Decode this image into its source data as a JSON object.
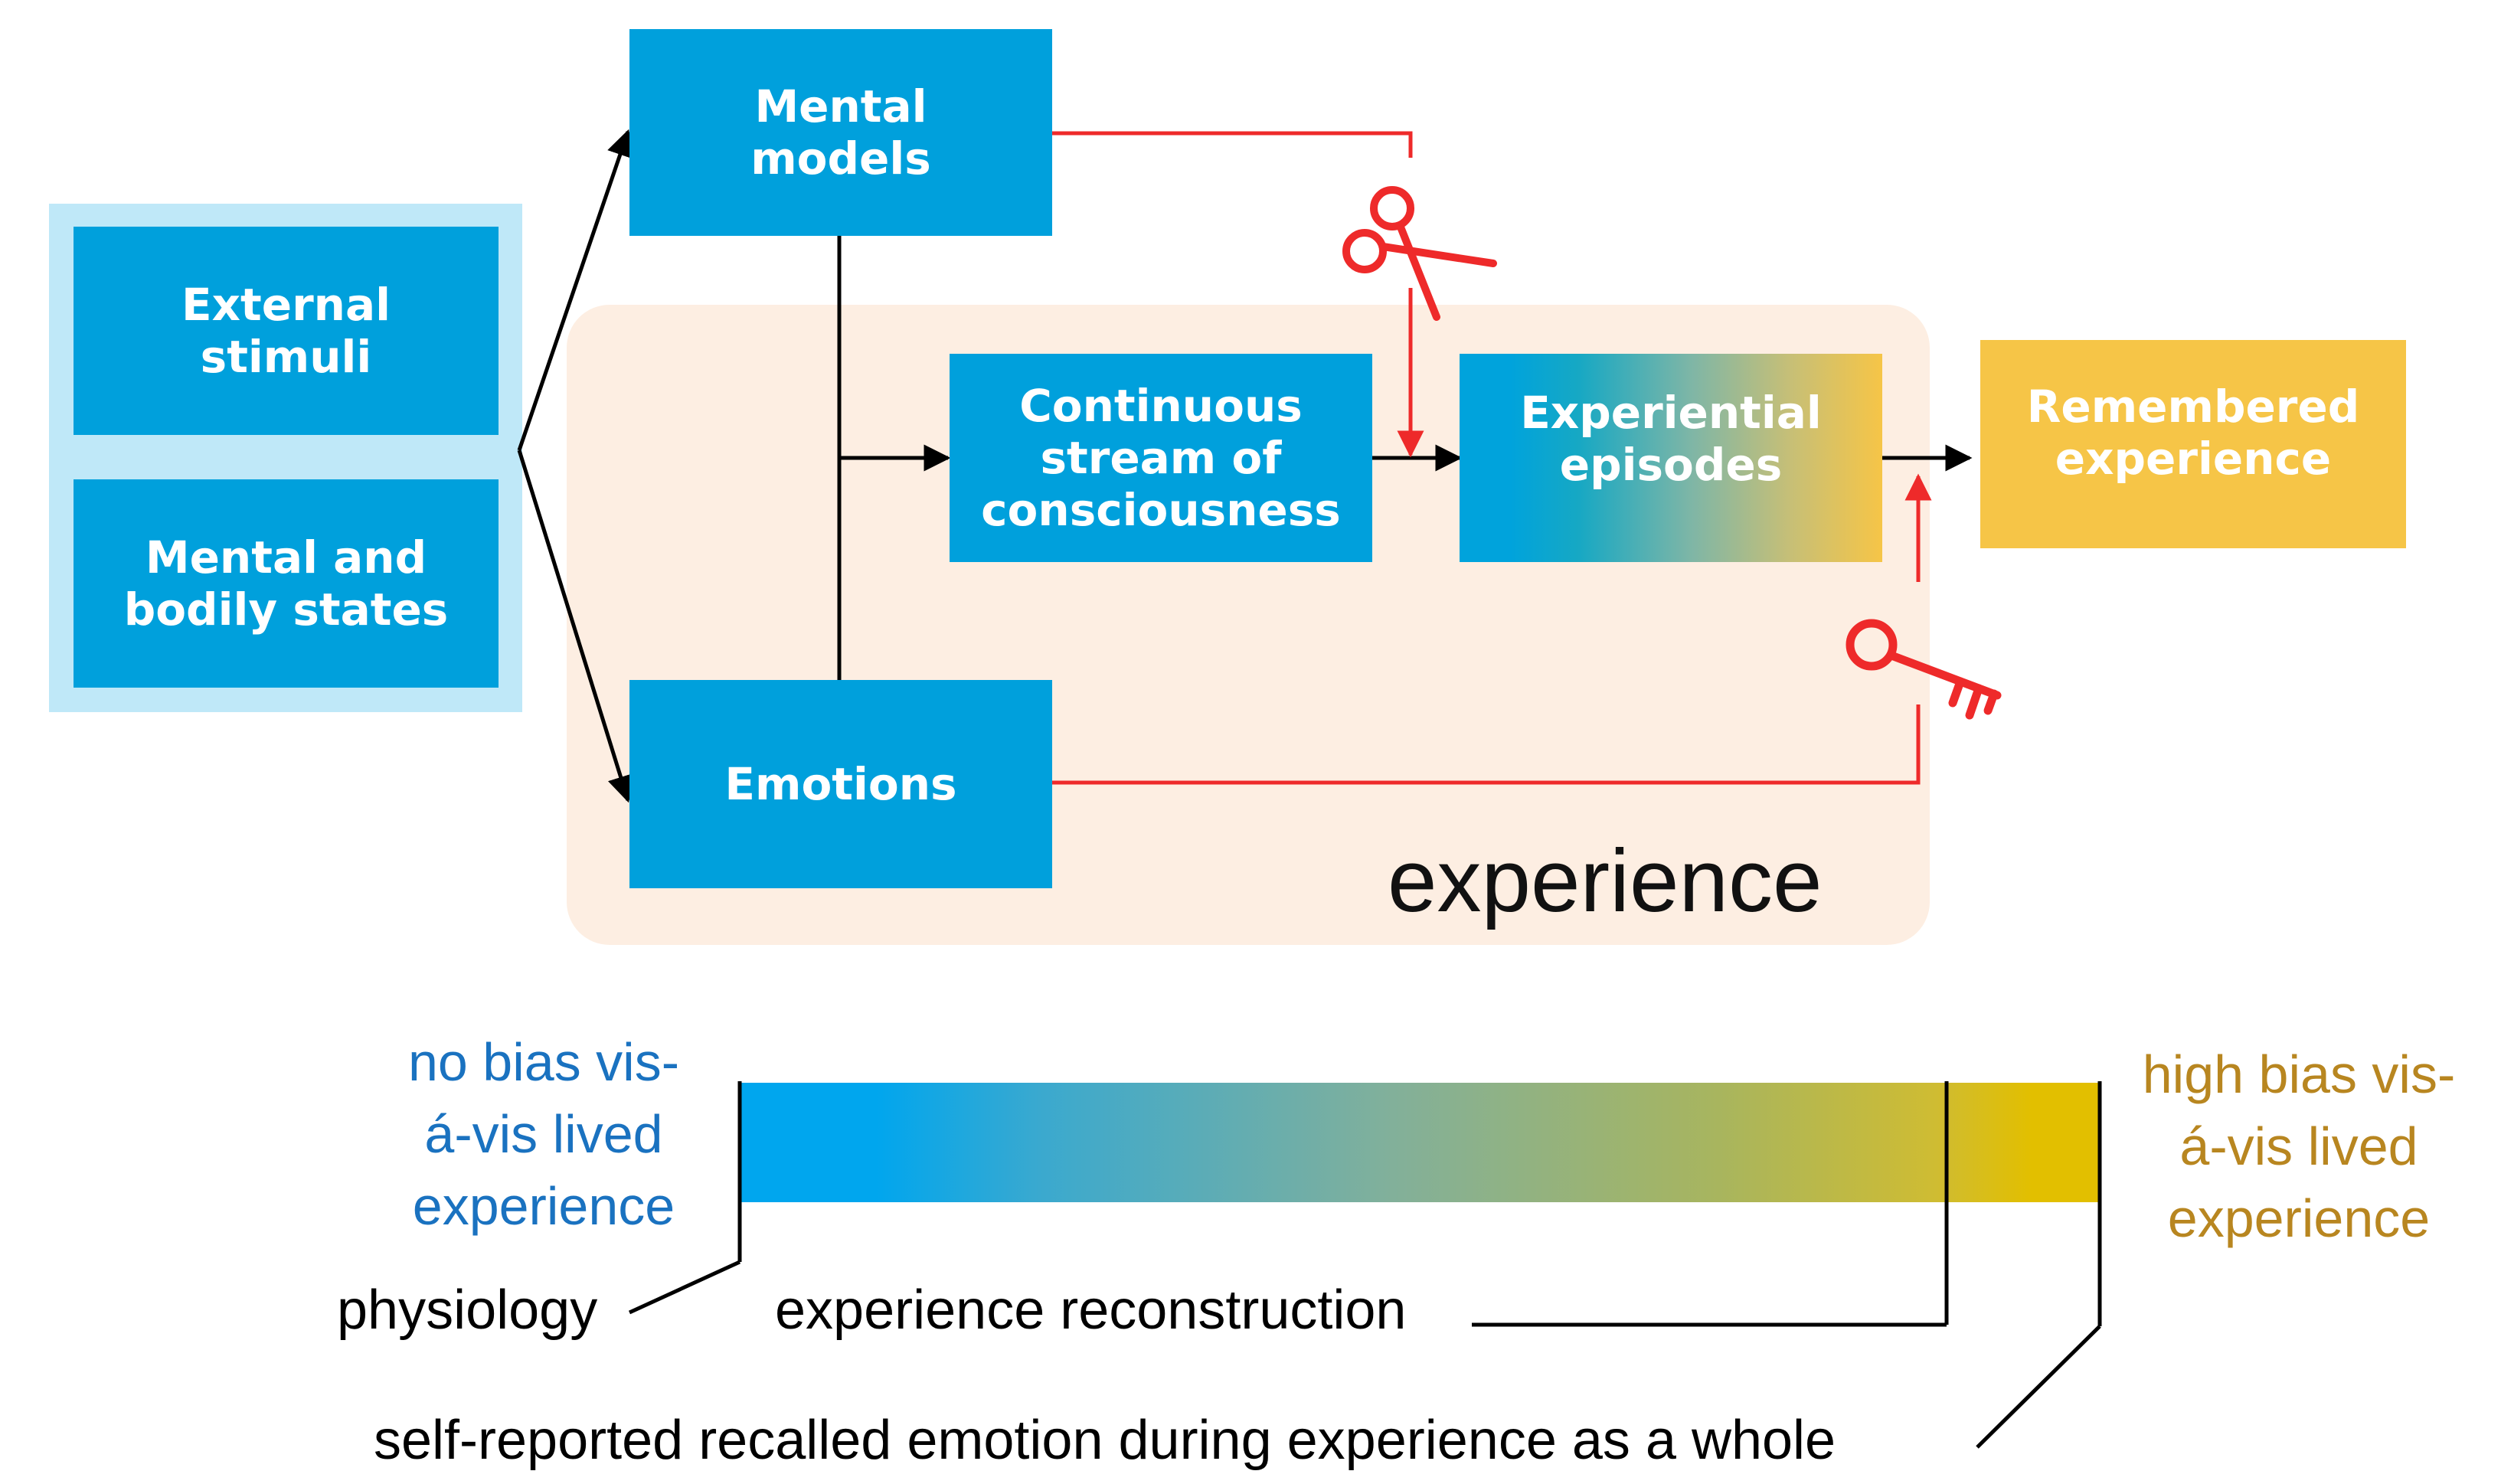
{
  "colors": {
    "box_blue": "#00a0dc",
    "input_frame": "#bfe8f8",
    "experience_region": "#fdeee2",
    "remembered": "#f6c547",
    "red_path": "#ee2a2a",
    "low_bias_text": "#1a72c0",
    "high_bias_text": "#b88620",
    "gradient_start": "#00a6ee",
    "gradient_mid": "#82b09a",
    "gradient_end": "#e2bf00"
  },
  "icons": [
    "scissors-icon",
    "key-icon"
  ],
  "nodes": {
    "external_stimuli": "External\nstimuli",
    "mental_bodily_states": "Mental and\nbodily states",
    "mental_models": "Mental\nmodels",
    "emotions": "Emotions",
    "continuous_stream": "Continuous\nstream of\nconsciousness",
    "experiential_episodes": "Experiential\nepisodes",
    "remembered_experience": "Remembered\nexperience"
  },
  "experience_label": "experience",
  "scale": {
    "left_label": "no bias vis-\ná-vis lived\nexperience",
    "right_label": "high bias vis-\ná-vis lived\nexperience",
    "physiology": "physiology",
    "reconstruction": "experience reconstruction",
    "self_reported": "self-reported recalled emotion during experience as a whole"
  }
}
